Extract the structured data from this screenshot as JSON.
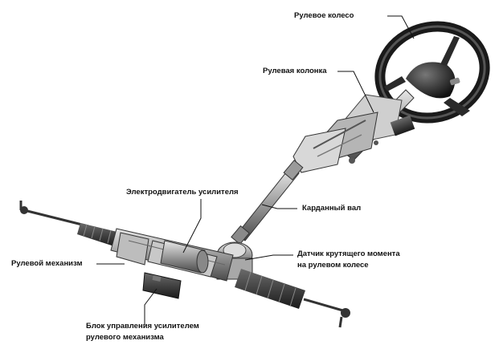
{
  "labels": {
    "steering_wheel": "Рулевое колесо",
    "steering_column": "Рулевая колонка",
    "motor": "Электродвигатель усилителя",
    "cardan_shaft": "Карданный вал",
    "steering_gear": "Рулевой механизм",
    "torque_sensor_line1": "Датчик крутящего момента",
    "torque_sensor_line2": "на рулевом колесе",
    "control_unit_line1": "Блок управления усилителем",
    "control_unit_line2": "рулевого механизма"
  }
}
